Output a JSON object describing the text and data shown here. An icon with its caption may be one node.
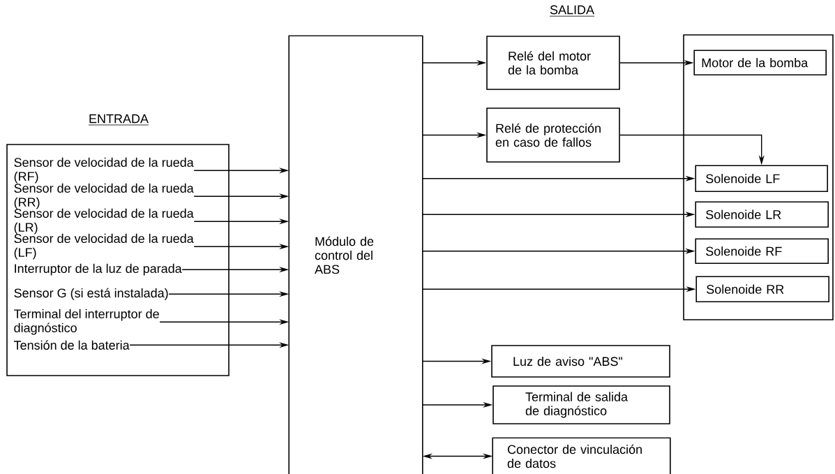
{
  "diagram": {
    "nodes": [
      {
        "text": [],
        "shape": "box"
      },
      {
        "text": [
          "Sensor de velocidad de la rueda (RF)"
        ],
        "in": 0
      },
      {
        "text": [
          "Sensor de velocidad de la rueda (RR)"
        ],
        "in": 0
      },
      {
        "text": [
          "Sensor de velocidad de la rueda (LR)"
        ],
        "in": 0
      },
      {
        "text": [
          "Sensor de velocidad de la rueda (LF)"
        ],
        "in": 0
      },
      {
        "text": [
          "Interruptor de la luz de parada"
        ],
        "in": 0
      },
      {
        "text": [
          "Sensor G (si está instalada)"
        ],
        "in": 0
      },
      {
        "text": [
          "Terminal del interruptor de diagnóstico"
        ],
        "in": 0
      },
      {
        "text": [
          "Tensión de la bateria"
        ],
        "in": 0
      },
      {
        "text": [
          "Módulo de control del ABS"
        ]
      },
      {
        "text": [
          "Relé del motor de la bomba"
        ]
      },
      {
        "text": [
          "Relé de protección en caso de fallos"
        ]
      },
      {
        "text": [],
        "shape": "box"
      },
      {
        "text": [
          "Motor de la bomba"
        ],
        "in": 12
      },
      {
        "text": [
          "Solenoide LF"
        ],
        "in": 12
      },
      {
        "text": [
          "Solenoide LR"
        ],
        "in": 12
      },
      {
        "text": [
          "Solenoide RF"
        ],
        "in": 12
      },
      {
        "text": [
          "Solenoide RR"
        ],
        "in": 12
      },
      {
        "text": [
          "Luz de aviso \"ABS\""
        ]
      },
      {
        "text": [
          "Terminal de salida de diagnóstico"
        ]
      },
      {
        "text": [
          "Conector de vinculación de datos"
        ]
      }
    ],
    "edges": [
      {
        "from": 1,
        "to": 9,
        "arrow": "to"
      },
      {
        "from": 2,
        "to": 9,
        "arrow": "to"
      },
      {
        "from": 3,
        "to": 9,
        "arrow": "to"
      },
      {
        "from": 4,
        "to": 9,
        "arrow": "to"
      },
      {
        "from": 5,
        "to": 9,
        "arrow": "to"
      },
      {
        "from": 6,
        "to": 9,
        "arrow": "to"
      },
      {
        "from": 7,
        "to": 9,
        "arrow": "to"
      },
      {
        "from": 8,
        "to": 9,
        "arrow": "to"
      },
      {
        "from": 9,
        "to": 10,
        "arrow": "to"
      },
      {
        "from": 9,
        "to": 11,
        "arrow": "to"
      },
      {
        "from": 10,
        "to": 13,
        "arrow": "to"
      },
      {
        "from": 11,
        "to": 14,
        "arrow": "to"
      },
      {
        "from": 9,
        "to": 14,
        "arrow": "to"
      },
      {
        "from": 9,
        "to": 15,
        "arrow": "to"
      },
      {
        "from": 9,
        "to": 16,
        "arrow": "to"
      },
      {
        "from": 9,
        "to": 17,
        "arrow": "to"
      },
      {
        "from": 9,
        "to": 18,
        "arrow": "to"
      },
      {
        "from": 9,
        "to": 19,
        "arrow": "to"
      },
      {
        "from": 9,
        "to": 20,
        "arrow": "both"
      }
    ],
    "labels": [
      "SALIDA",
      "ENTRADA"
    ]
  }
}
